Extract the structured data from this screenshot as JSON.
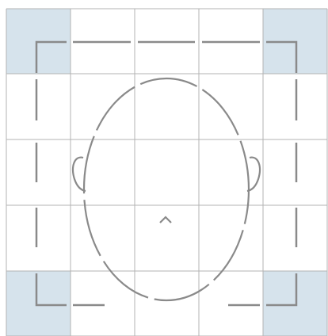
{
  "diagram": {
    "columns": 5,
    "rows": 5,
    "highlighted_cells": [
      {
        "row": 0,
        "col": 0
      },
      {
        "row": 0,
        "col": 4
      },
      {
        "row": 4,
        "col": 0
      },
      {
        "row": 4,
        "col": 4
      }
    ],
    "colors": {
      "background": "#ffffff",
      "grid_line": "#b3b3b3",
      "highlight": "#d6e3ec",
      "guide_stroke": "#8a8a8a",
      "face_stroke": "#8a8a8a"
    },
    "icons": [
      "face-outline-icon",
      "ear-left-icon",
      "ear-right-icon",
      "nose-icon",
      "frame-corner-icon"
    ]
  }
}
